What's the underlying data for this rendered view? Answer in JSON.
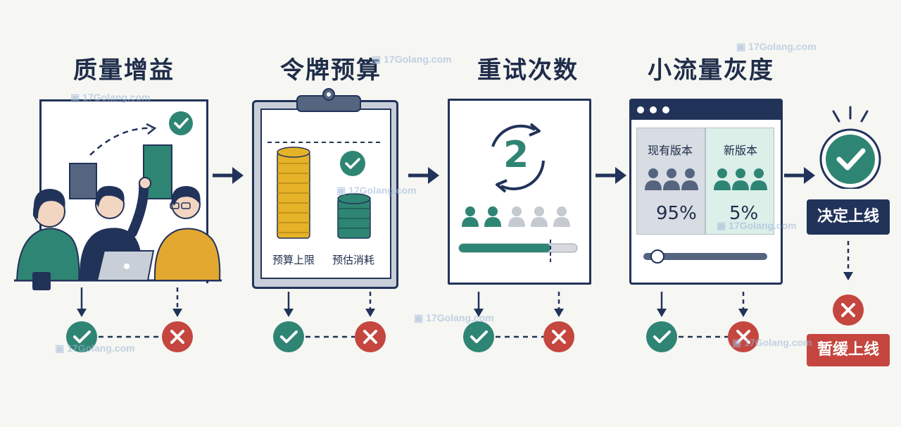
{
  "titles": {
    "quality_gain": "质量增益",
    "token_budget": "令牌预算",
    "retry_count": "重试次数",
    "canary": "小流量灰度"
  },
  "budget": {
    "limit_label": "预算上限",
    "estimate_label": "预估消耗"
  },
  "retry": {
    "count": "2"
  },
  "canary_panel": {
    "current_label": "现有版本",
    "new_label": "新版本",
    "current_percent": "95%",
    "new_percent": "5%"
  },
  "decision": {
    "go_live": "决定上线",
    "hold": "暂缓上线"
  },
  "watermark": {
    "text": "17Golang.com"
  },
  "colors": {
    "navy": "#22335a",
    "teal": "#2f8574",
    "red": "#c4463f",
    "gold": "#e5b228"
  }
}
